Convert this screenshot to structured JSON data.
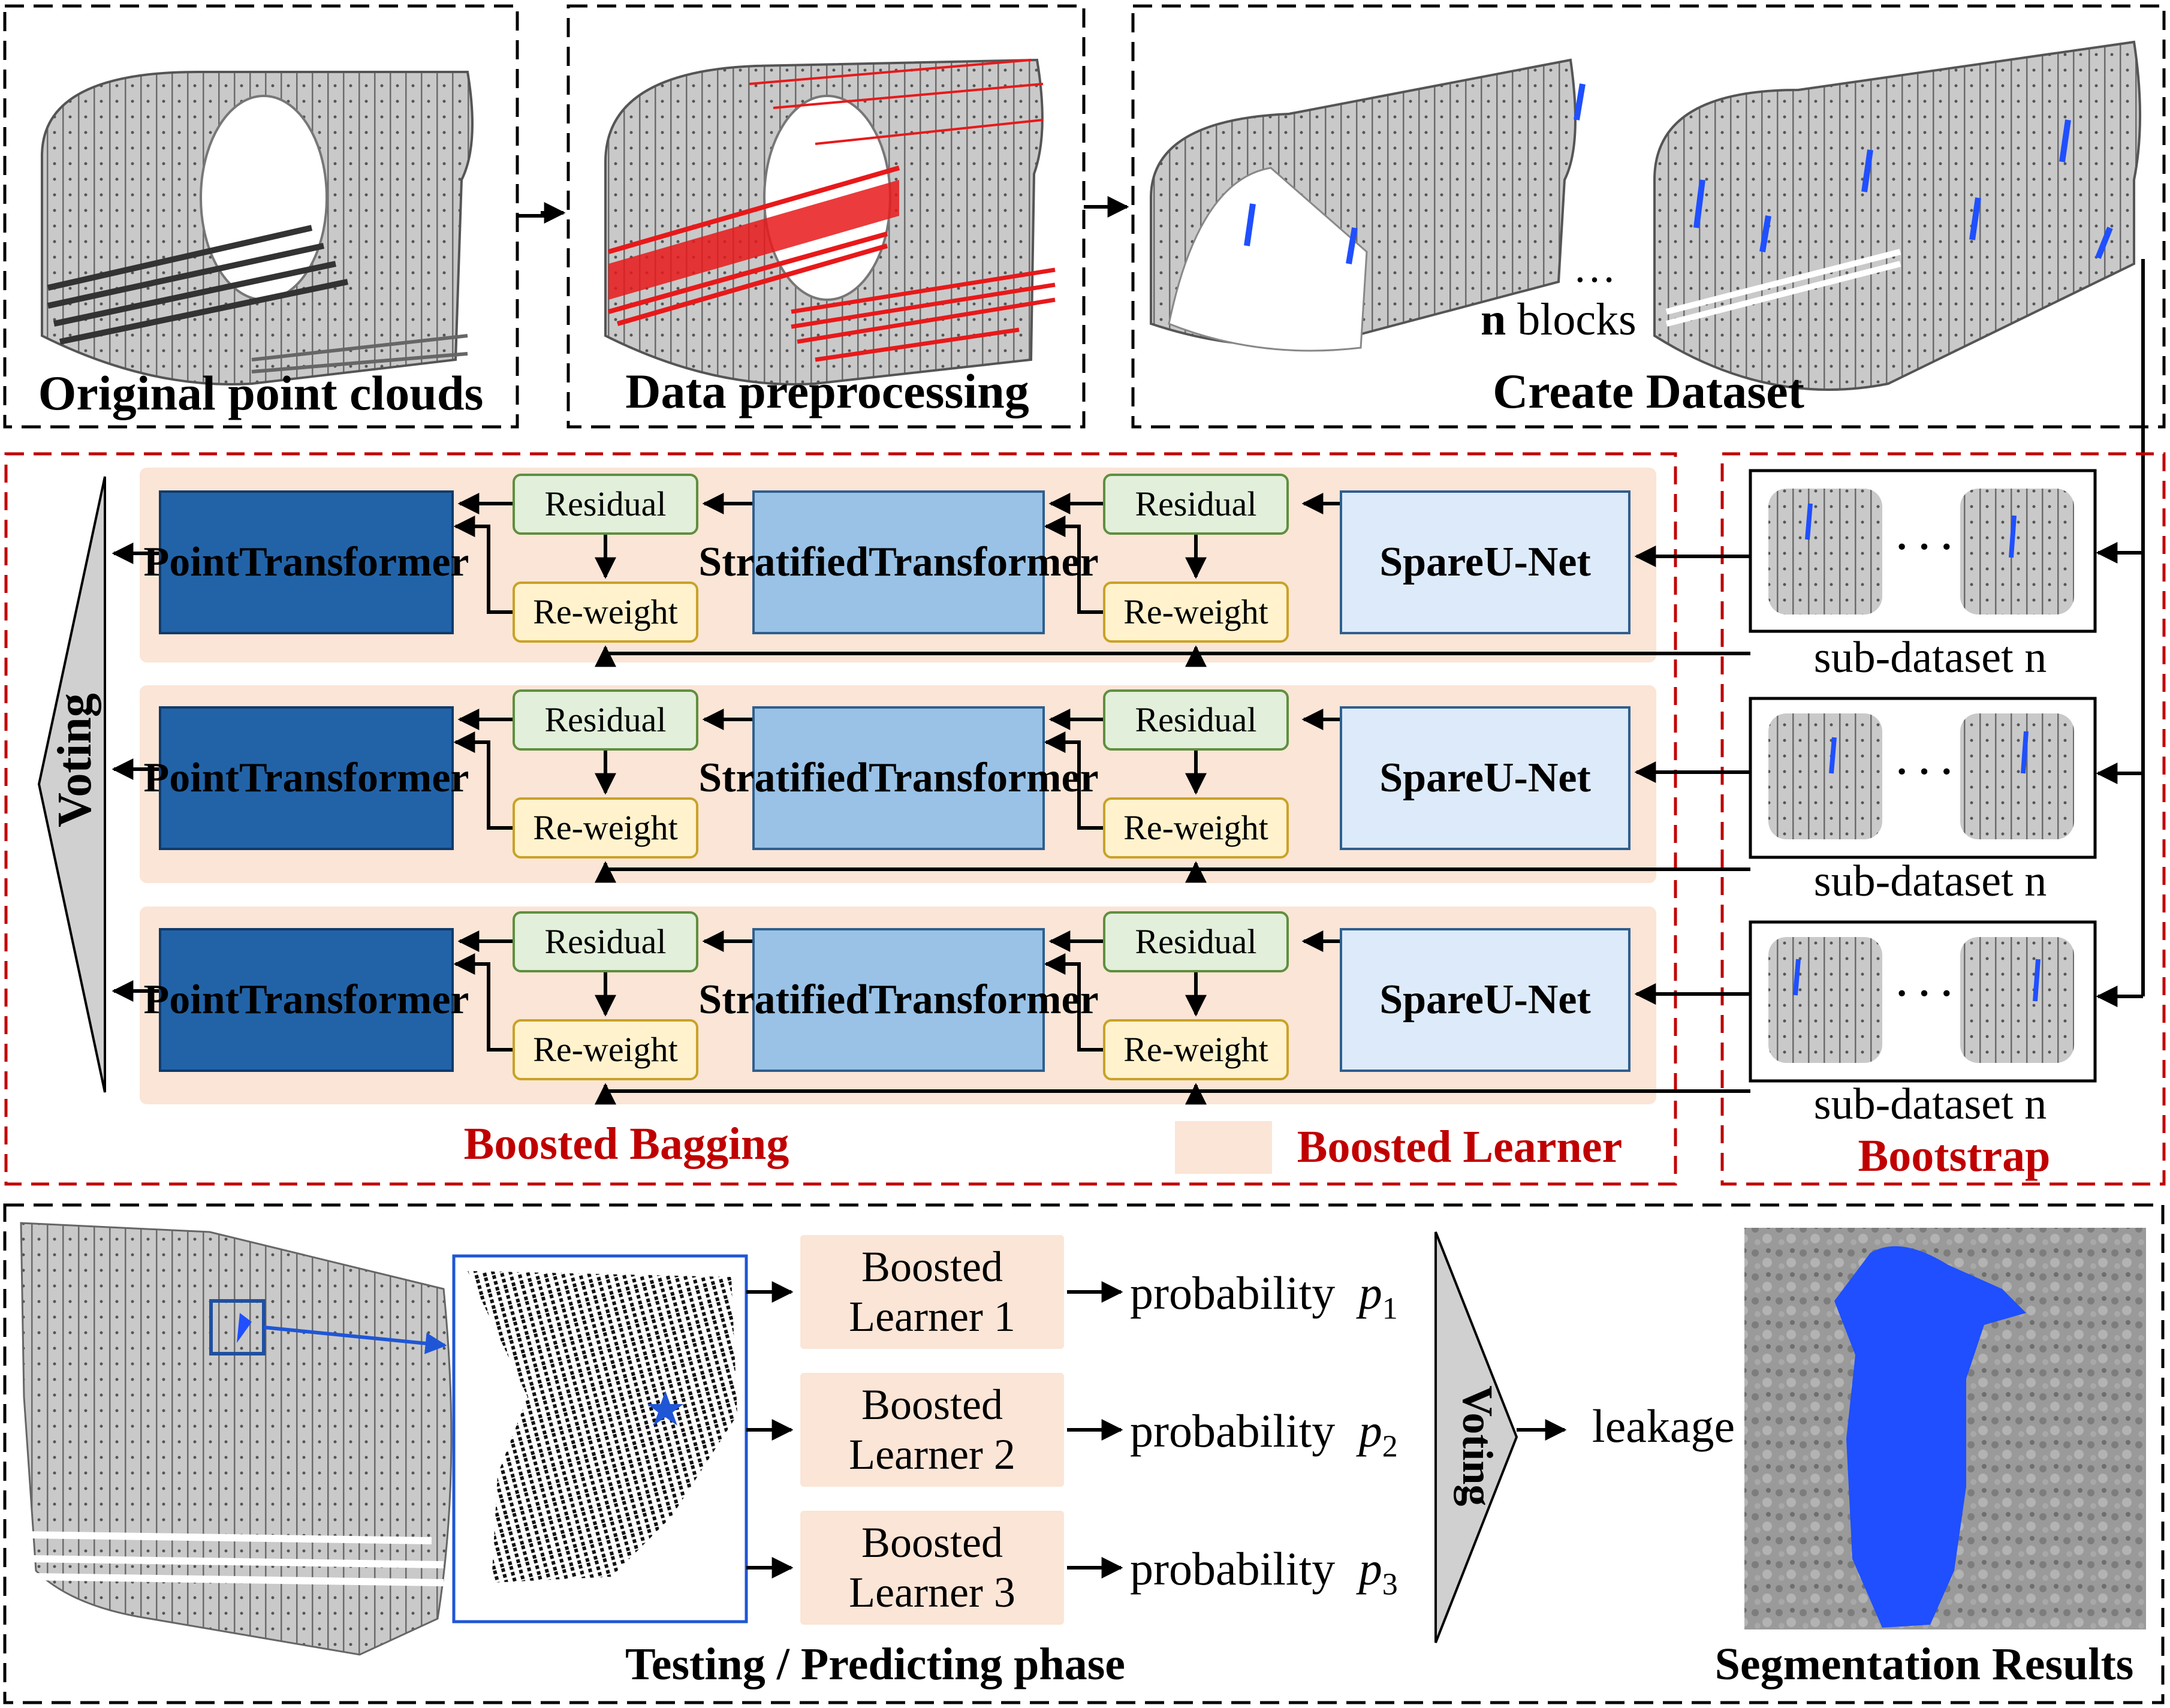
{
  "top": {
    "original_label": "Original point clouds",
    "preprocess_label": "Data preprocessing",
    "dataset_label": "Create Dataset",
    "ellipsis": "…",
    "n_bold": "n",
    "blocks_label": "blocks"
  },
  "learner": {
    "point_line1": "Point",
    "point_line2": "Transformer",
    "strat_line1": "Stratified",
    "strat_line2": "Transformer",
    "spare_line1": "Spare",
    "spare_line2": "U-Net",
    "residual": "Residual",
    "reweight": "Re-weight"
  },
  "middle": {
    "voting": "Voting",
    "subdataset": "sub-dataset n",
    "boosted_bagging": "Boosted Bagging",
    "boosted_learner": "Boosted Learner",
    "bootstrap": "Bootstrap",
    "ellipsis": "· · ·"
  },
  "bottom": {
    "learners": [
      "Boosted\nLearner 1",
      "Boosted\nLearner 2",
      "Boosted\nLearner 3"
    ],
    "probability": "probability",
    "p_symbol": "p",
    "p_subs": [
      "1",
      "2",
      "3"
    ],
    "voting": "Voting",
    "leakage": "leakage",
    "testing_label": "Testing / Predicting phase",
    "results_label": "Segmentation Results"
  },
  "colors": {
    "red_dash": "#c00000",
    "leak_blue": "#1f4fff",
    "highlight_red": "#e8191a"
  }
}
